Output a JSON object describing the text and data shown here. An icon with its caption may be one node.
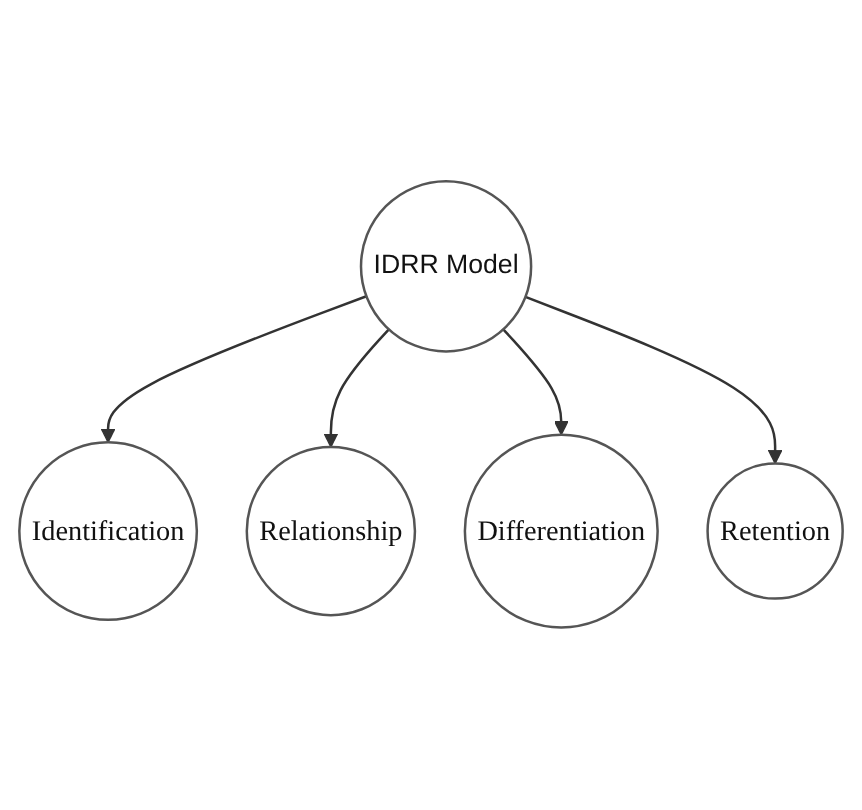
{
  "diagram": {
    "nodes": [
      {
        "text": [
          "Identification"
        ]
      },
      {
        "text": [
          "Relationship"
        ]
      },
      {
        "text": [
          "IDRR Model"
        ]
      },
      {
        "text": [
          "Differentiation"
        ]
      },
      {
        "text": [
          "Retention"
        ]
      }
    ],
    "edges": [
      {
        "from": 2,
        "to": 0,
        "arrow": "to"
      },
      {
        "from": 2,
        "to": 1,
        "arrow": "to"
      },
      {
        "from": 2,
        "to": 3,
        "arrow": "to"
      },
      {
        "from": 2,
        "to": 4,
        "arrow": "to"
      }
    ]
  }
}
